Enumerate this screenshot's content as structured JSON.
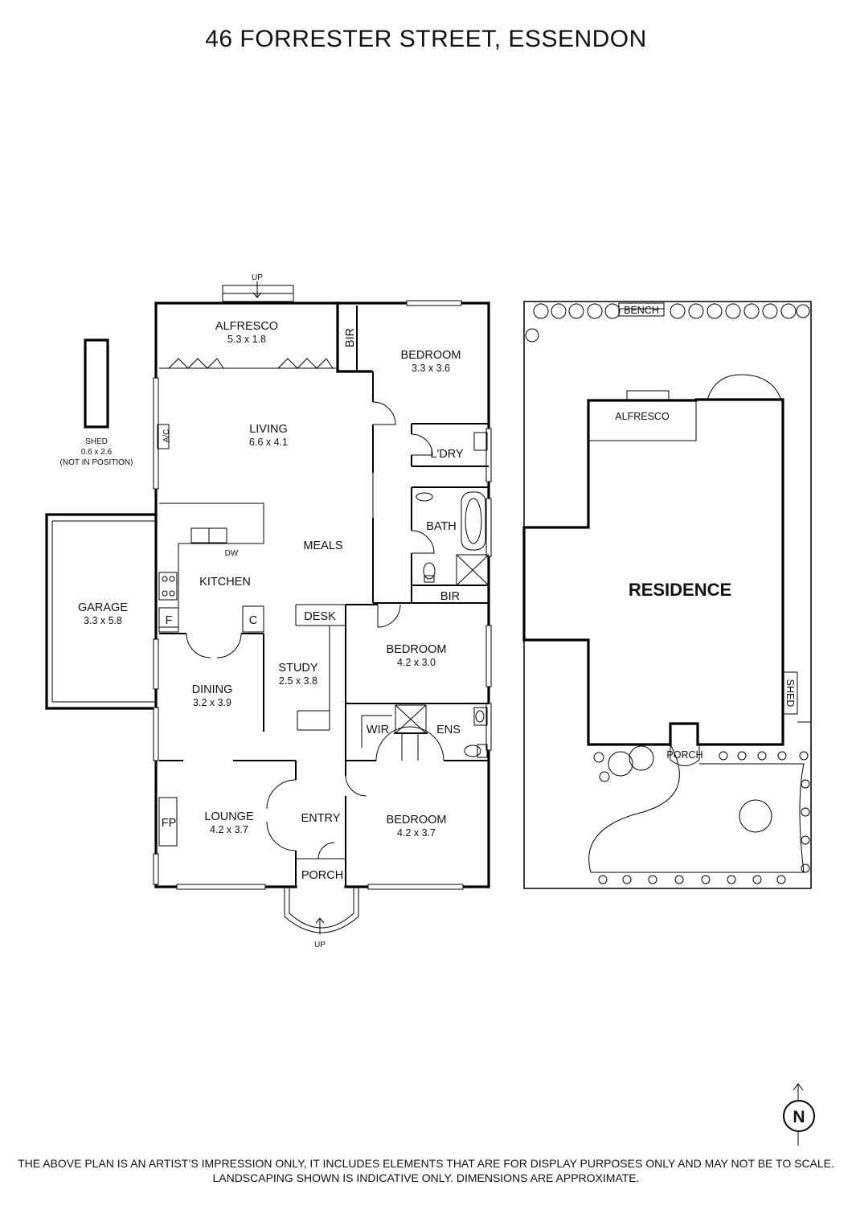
{
  "title": "46 FORRESTER STREET, ESSENDON",
  "disclaimer": {
    "line1": "THE ABOVE PLAN IS AN ARTIST’S IMPRESSION ONLY, IT INCLUDES ELEMENTS THAT ARE FOR DISPLAY PURPOSES ONLY AND MAY NOT BE TO SCALE.",
    "line2": "LANDSCAPING SHOWN IS INDICATIVE ONLY. DIMENSIONS ARE APPROXIMATE."
  },
  "rooms": {
    "alfresco": {
      "name": "ALFRESCO",
      "dim": "5.3 x 1.8"
    },
    "bedroom1": {
      "name": "BEDROOM",
      "dim": "3.3 x 3.6"
    },
    "living": {
      "name": "LIVING",
      "dim": "6.6 x 4.1"
    },
    "laundry": {
      "name": "L'DRY"
    },
    "bath": {
      "name": "BATH"
    },
    "meals": {
      "name": "MEALS"
    },
    "kitchen": {
      "name": "KITCHEN"
    },
    "garage": {
      "name": "GARAGE",
      "dim": "3.3 x 5.8"
    },
    "shed": {
      "name": "SHED",
      "dim": "0.6 x 2.6",
      "note": "(NOT IN POSITION)"
    },
    "bedroom2": {
      "name": "BEDROOM",
      "dim": "4.2 x 3.0"
    },
    "study": {
      "name": "STUDY",
      "dim": "2.5 x 3.8"
    },
    "desk": {
      "name": "DESK"
    },
    "dining": {
      "name": "DINING",
      "dim": "3.2 x 3.9"
    },
    "wir": {
      "name": "WIR"
    },
    "ens": {
      "name": "ENS"
    },
    "lounge": {
      "name": "LOUNGE",
      "dim": "4.2 x 3.7"
    },
    "entry": {
      "name": "ENTRY"
    },
    "bedroom3": {
      "name": "BEDROOM",
      "dim": "4.2 x 3.7"
    },
    "porch": {
      "name": "PORCH"
    }
  },
  "labels": {
    "bir_top": "BIR",
    "bir_mid": "BIR",
    "ac": "A/C",
    "dw": "DW",
    "fridge": "F",
    "cupboard": "C",
    "fp": "FP",
    "up_top": "UP",
    "up_bottom": "UP"
  },
  "site": {
    "bench": "BENCH",
    "alfresco": "ALFRESCO",
    "residence": "RESIDENCE",
    "shed": "SHED",
    "porch": "PORCH"
  },
  "compass": {
    "letter": "N",
    "icon": "north-arrow-icon"
  }
}
